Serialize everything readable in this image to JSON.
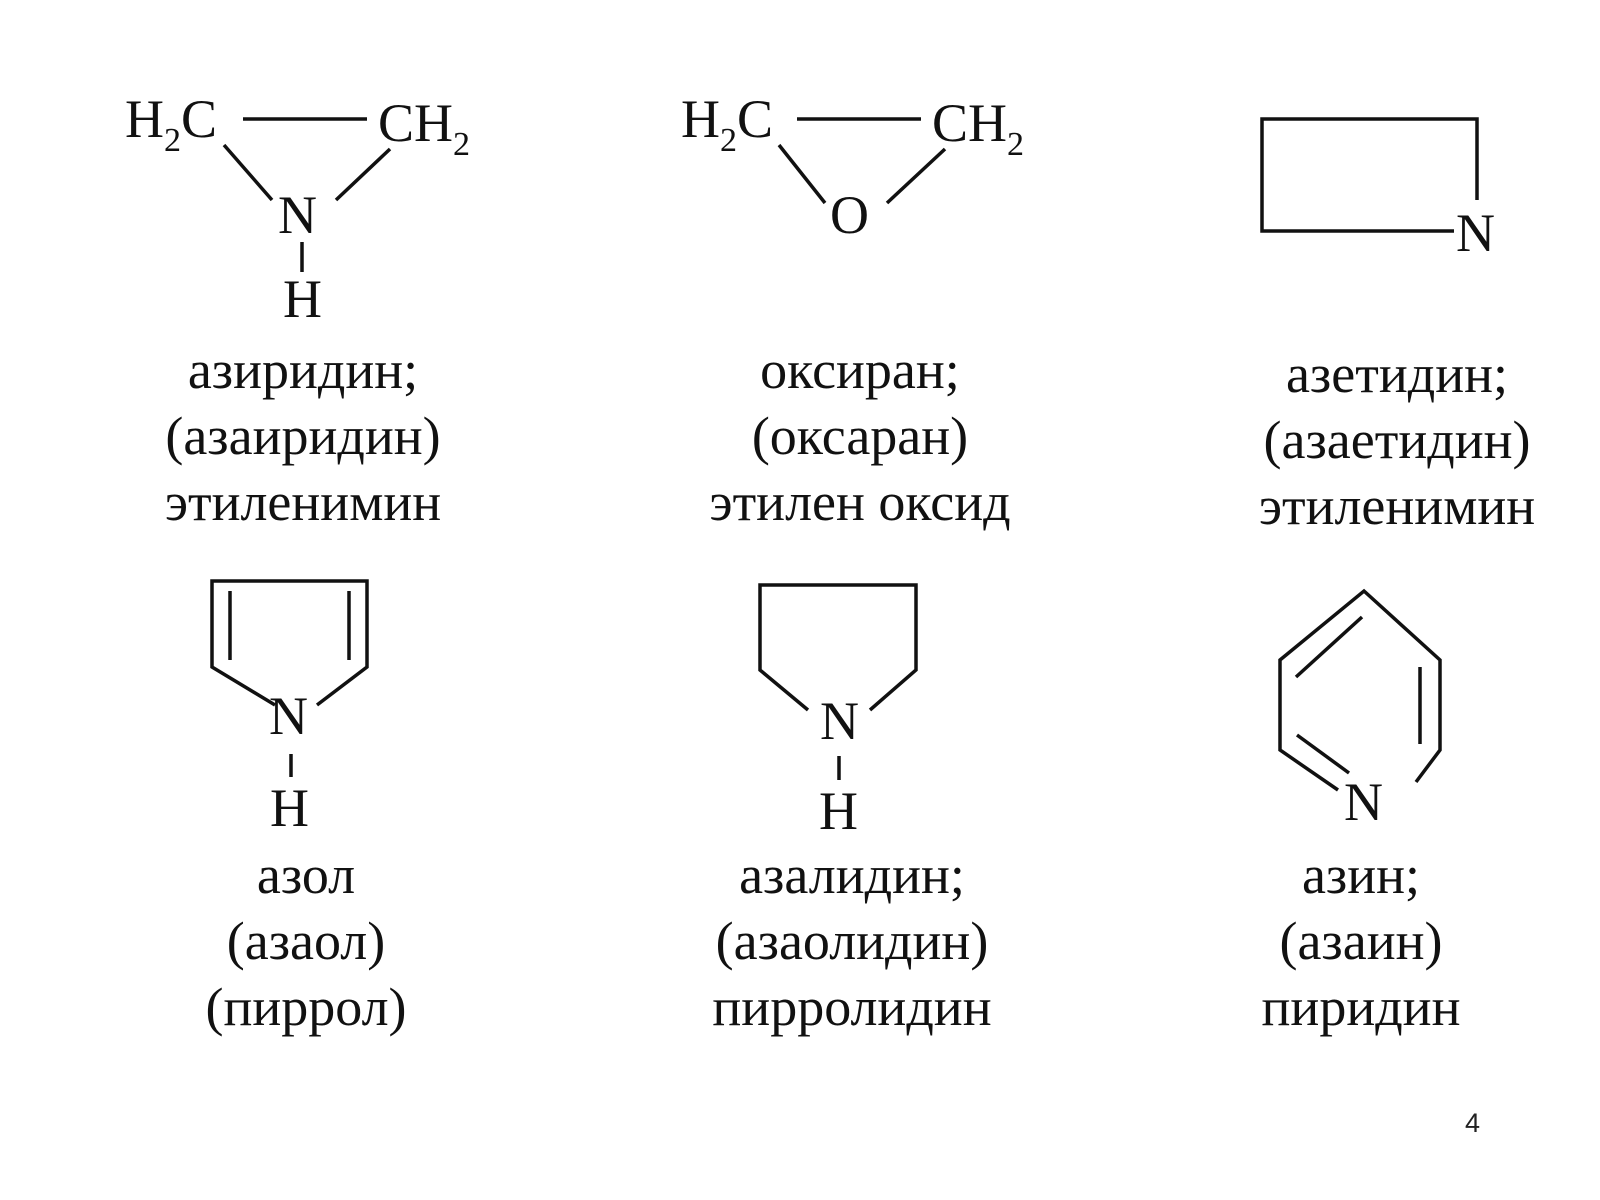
{
  "slide": {
    "page_number": "4",
    "molecules": [
      {
        "id": "aziridine",
        "atoms": {
          "left_group": "H",
          "left_sub": "2",
          "left_tail": "C",
          "right_group": "CH",
          "right_sub": "2",
          "hetero": "N",
          "hetero_h": "H"
        },
        "names": [
          "азиридин;",
          "(азаиридин)",
          "этиленимин"
        ]
      },
      {
        "id": "oxirane",
        "atoms": {
          "left_group": "H",
          "left_sub": "2",
          "left_tail": "C",
          "right_group": "CH",
          "right_sub": "2",
          "hetero": "O"
        },
        "names": [
          "оксиран;",
          "(оксаран)",
          "этилен оксид"
        ]
      },
      {
        "id": "azetidine",
        "atoms": {
          "hetero": "N"
        },
        "names": [
          "азетидин;",
          "(азаетидин)",
          "этиленимин"
        ]
      },
      {
        "id": "pyrrole",
        "atoms": {
          "hetero": "N",
          "hetero_h": "H"
        },
        "names": [
          "азол",
          "(азаол)",
          "(пиррол)"
        ]
      },
      {
        "id": "pyrrolidine",
        "atoms": {
          "hetero": "N",
          "hetero_h": "H"
        },
        "names": [
          "азалидин;",
          "(азаолидин)",
          "пирролидин"
        ]
      },
      {
        "id": "pyridine",
        "atoms": {
          "hetero": "N"
        },
        "names": [
          "азин;",
          "(азаин)",
          "пиридин"
        ]
      }
    ]
  }
}
